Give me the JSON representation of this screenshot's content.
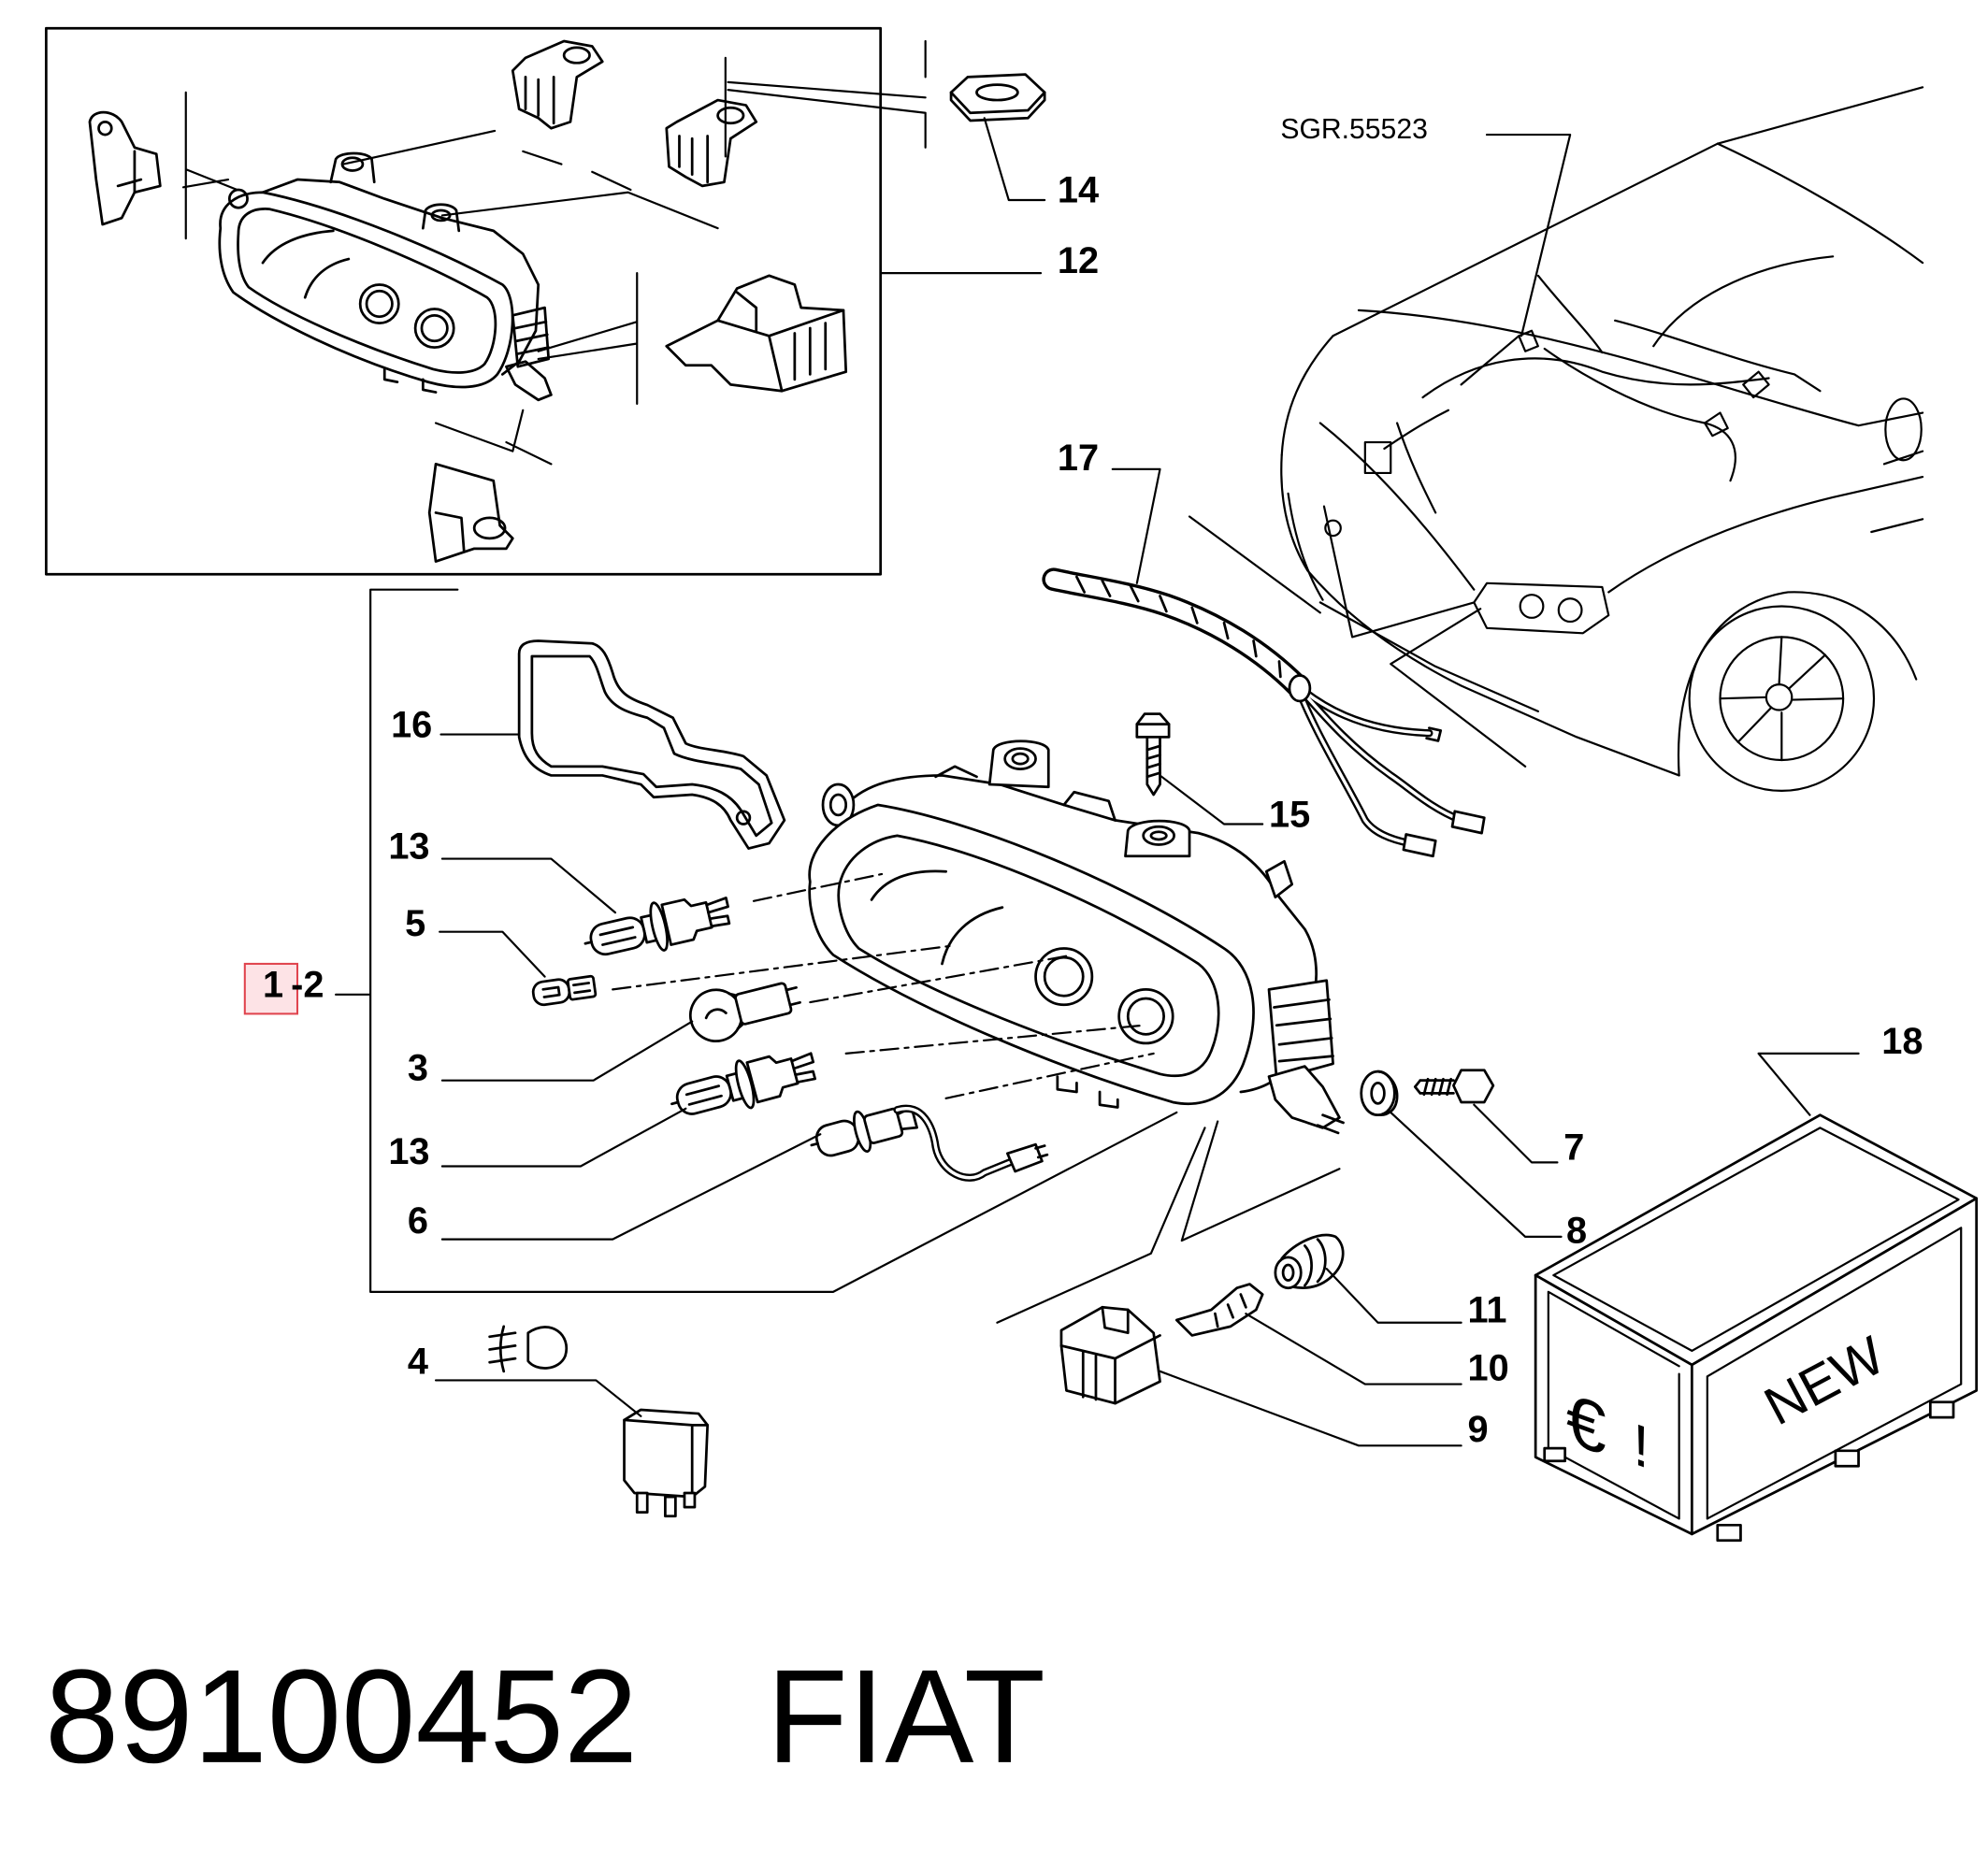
{
  "reference_code": "SGR.55523",
  "callouts": [
    "14",
    "12",
    "17",
    "16",
    "15",
    "13",
    "5",
    "3",
    "13",
    "6",
    "18",
    "7",
    "8",
    "11",
    "10",
    "9",
    "4"
  ],
  "selected_item": {
    "number": "1",
    "range_suffix": "-2"
  },
  "crate": {
    "label": "NEW",
    "currency": "€",
    "mark": "!"
  },
  "footer": {
    "part_number": "89100452",
    "brand": "FIAT"
  },
  "icons": {
    "fog_lamp": "fog-lamp-icon"
  },
  "colors": {
    "line": "#000000",
    "highlight_border": "#e0444e",
    "highlight_fill": "#fde3e6",
    "background": "#ffffff"
  }
}
